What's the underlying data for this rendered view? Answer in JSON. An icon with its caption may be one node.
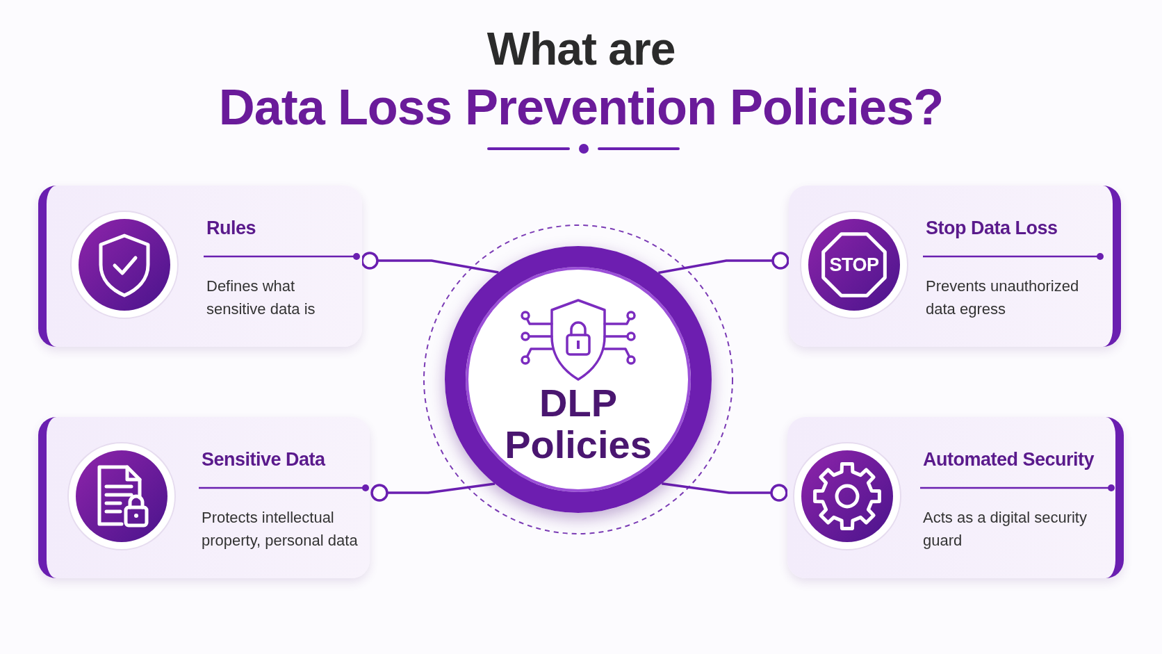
{
  "diagram": {
    "title": "What are **Data Loss Prevention Policies?**",
    "nodes": [
      {
        "text": [
          "Rules",
          "Defines what sensitive data is"
        ]
      },
      {
        "text": [
          "Stop Data Loss",
          "Prevents unauthorized data egress"
        ]
      },
      {
        "text": [
          "DLP Policies"
        ]
      },
      {
        "text": [
          "Sensitive Data",
          "Protects intellectual property, personal data"
        ]
      },
      {
        "text": [
          "Automated Security",
          "Acts as a digital security guard"
        ]
      }
    ],
    "edges": [
      {
        "from": 2,
        "to": 0,
        "arrow": "other"
      },
      {
        "from": 2,
        "to": 1,
        "arrow": "other"
      },
      {
        "from": 2,
        "to": 3,
        "arrow": "other"
      },
      {
        "from": 2,
        "to": 4,
        "arrow": "other"
      }
    ],
    "labels": [
      "STOP"
    ]
  }
}
